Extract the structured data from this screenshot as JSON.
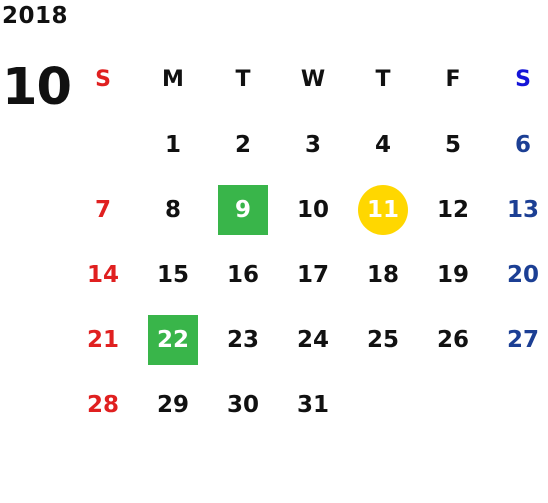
{
  "calendar": {
    "year": "2018",
    "month": "10",
    "weekdays": [
      "S",
      "M",
      "T",
      "W",
      "T",
      "F",
      "S"
    ],
    "leading_blanks": 1,
    "days": [
      "1",
      "2",
      "3",
      "4",
      "5",
      "6",
      "7",
      "8",
      "9",
      "10",
      "11",
      "12",
      "13",
      "14",
      "15",
      "16",
      "17",
      "18",
      "19",
      "20",
      "21",
      "22",
      "23",
      "24",
      "25",
      "26",
      "27",
      "28",
      "29",
      "30",
      "31"
    ],
    "highlights": [
      {
        "day": "9",
        "style": "green-box",
        "color": "#39b54a"
      },
      {
        "day": "11",
        "style": "yellow-circle",
        "color": "#ffd700"
      },
      {
        "day": "22",
        "style": "green-box",
        "color": "#39b54a"
      }
    ],
    "colors": {
      "sunday": "#e02020",
      "saturday_header": "#1515d8",
      "saturday": "#1c3f94",
      "weekday": "#111111"
    }
  }
}
